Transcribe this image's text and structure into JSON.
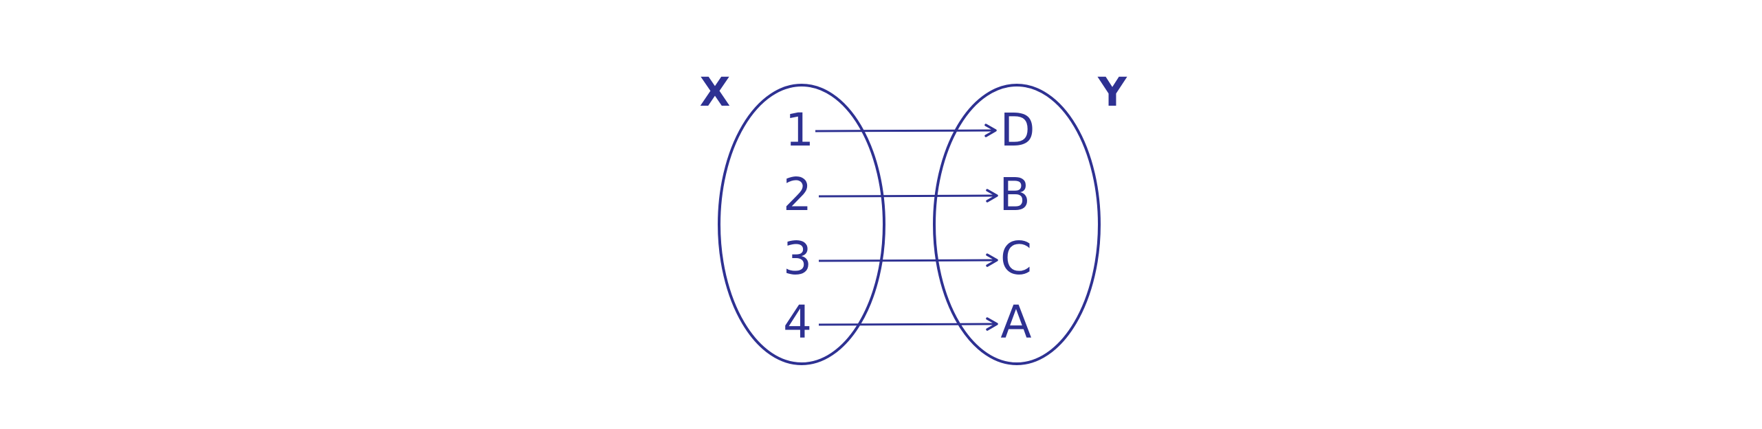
{
  "diagram": {
    "domain_set": {
      "label": "X",
      "elements": [
        "1",
        "2",
        "3",
        "4"
      ]
    },
    "codomain_set": {
      "label": "Y",
      "elements": [
        "D",
        "B",
        "C",
        "A"
      ]
    },
    "mappings": [
      {
        "from": "1",
        "to": "D"
      },
      {
        "from": "2",
        "to": "B"
      },
      {
        "from": "3",
        "to": "C"
      },
      {
        "from": "4",
        "to": "A"
      }
    ],
    "color": "#2e3192"
  }
}
